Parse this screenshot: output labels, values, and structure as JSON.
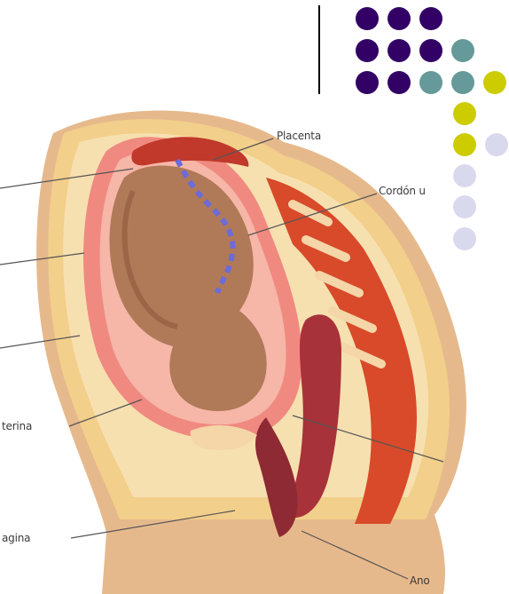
{
  "colors": {
    "purple": "#330066",
    "teal": "#669999",
    "yellow": "#cccc00",
    "lavender": "#d9d9ee",
    "divider": "#000000"
  },
  "decor": {
    "dot_rows": [
      [
        "purple",
        "purple",
        "purple"
      ],
      [
        "purple",
        "purple",
        "purple",
        "teal"
      ],
      [
        "purple",
        "purple",
        "teal",
        "teal",
        "yellow"
      ],
      [
        "yellow"
      ],
      [
        "yellow",
        "lavender"
      ],
      [
        "lavender"
      ],
      [
        "lavender"
      ],
      [
        "lavender"
      ]
    ]
  },
  "diagram": {
    "labels": {
      "placenta": "Placenta",
      "cordon": "Cordón u",
      "uterina": "terina",
      "vagina": "agina",
      "ano": "Ano"
    }
  }
}
